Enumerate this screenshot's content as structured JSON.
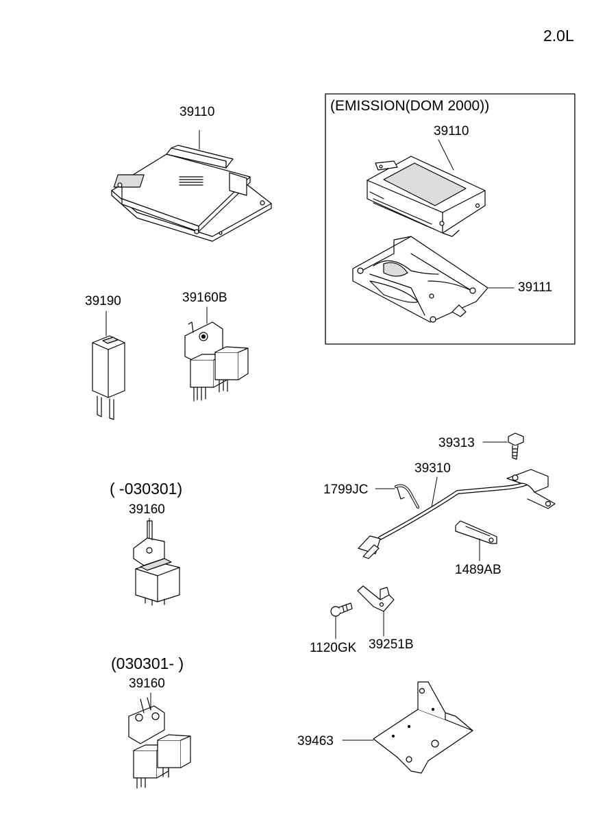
{
  "engine_label": "2.0L",
  "emission_box": {
    "title": "(EMISSION(DOM 2000))"
  },
  "parts": {
    "ecu_main": "39110",
    "ecu_emission": "39110",
    "bracket_emission": "39111",
    "relay_39190": "39190",
    "relay_39160B": "39160B",
    "relay_39160_early": "39160",
    "relay_39160_late": "39160",
    "bolt_39313": "39313",
    "sensor_39310": "39310",
    "clip_1799JC": "1799JC",
    "clip_1489AB": "1489AB",
    "bolt_1120GK": "1120GK",
    "bracket_39251B": "39251B",
    "bracket_39463": "39463"
  },
  "date_ranges": {
    "early": "( -030301)",
    "late": "(030301- )"
  }
}
